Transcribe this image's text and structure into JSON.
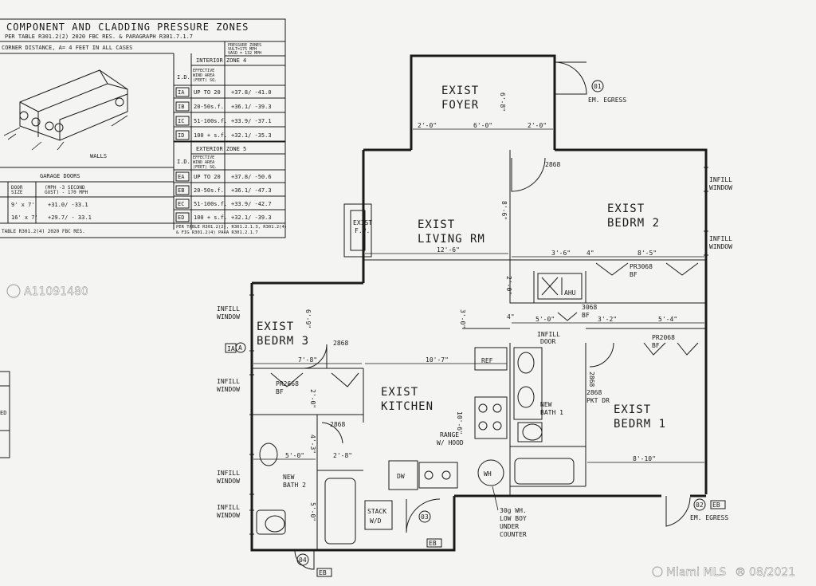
{
  "table": {
    "title": "COMPONENT AND CLADDING PRESSURE ZONES",
    "subtitle": "PER TABLE R301.2(2) 2020 FBC RES. & PARAGRAPH R301.7.1.7",
    "corner": "CORNER DISTANCE, A= 4 FEET IN ALL CASES",
    "pressure_note": [
      "PRESSURE ZONES",
      "VULT=175 MPH",
      "VASD = 132 MPH"
    ],
    "walls_label": "WALLS",
    "interior_header": "INTERIOR ZONE 4",
    "exterior_header": "EXTERIOR ZONE 5",
    "id_label": "I.D.",
    "eff_area": [
      "EFFECTIVE",
      "WIND AREA",
      "(FEET) SQ."
    ],
    "interior_rows": [
      {
        "id": "IA",
        "area": "UP TO 20",
        "val": "+37.8/ -41.0"
      },
      {
        "id": "IB",
        "area": "20-50s.f.",
        "val": "+36.1/ -39.3"
      },
      {
        "id": "IC",
        "area": "51-100s.f.",
        "val": "+33.9/ -37.1"
      },
      {
        "id": "ID",
        "area": "100 + s.f.",
        "val": "+32.1/ -35.3"
      }
    ],
    "exterior_rows": [
      {
        "id": "EA",
        "area": "UP TO 20",
        "val": "+37.8/ -50.6"
      },
      {
        "id": "EB",
        "area": "20-50s.f.",
        "val": "+36.1/ -47.3"
      },
      {
        "id": "EC",
        "area": "51-100s.f.",
        "val": "+33.9/ -42.7"
      },
      {
        "id": "ED",
        "area": "100 + s.f.",
        "val": "+32.1/ -39.3"
      }
    ],
    "garage_title": "GARAGE DOORS",
    "garage_head": [
      "DOOR",
      "SIZE",
      "(MPH -3 SECOND",
      "GUST) - 170 MPH"
    ],
    "garage_rows": [
      {
        "size": "9' x 7'",
        "val": "+31.0/ -33.1"
      },
      {
        "size": "16' x 7'",
        "val": "+29.7/ - 33.1"
      }
    ],
    "foot_left": "TABLE R301.2(4) 2020 FBC RES.",
    "foot_right": [
      "PER TABLE R301.2(2), R301.2.1.3, R301.2(4)",
      "& FIG R301.2(4) PARA R301.2.1.7"
    ]
  },
  "rooms": [
    {
      "key": "foyer",
      "line1": "EXIST",
      "line2": "FOYER"
    },
    {
      "key": "living",
      "line1": "EXIST",
      "line2": "LIVING RM"
    },
    {
      "key": "bedrm2",
      "line1": "EXIST",
      "line2": "BEDRM 2"
    },
    {
      "key": "bedrm3",
      "line1": "EXIST",
      "line2": "BEDRM 3"
    },
    {
      "key": "kitchen",
      "line1": "EXIST",
      "line2": "KITCHEN"
    },
    {
      "key": "bedrm1",
      "line1": "EXIST",
      "line2": "BEDRM 1"
    }
  ],
  "labels": {
    "fp1": "EXIST",
    "fp2": "F.P.",
    "em_egress": "EM. EGRESS",
    "door01": "01",
    "door02": "02",
    "door03": "03",
    "door04": "04",
    "infill_window": [
      "INFILL",
      "WINDOW"
    ],
    "infill_door": [
      "INFILL",
      "DOOR"
    ],
    "d2868": "2868",
    "d3068": "3068",
    "bf": "BF",
    "pr3068": "PR3068",
    "pr2668": "PR2668",
    "pr2068": "PR2068",
    "ahu": "AHU",
    "ref": "REF",
    "dw": "DW",
    "wh": "WH",
    "range": [
      "RANGE",
      "W/ HOOD"
    ],
    "new_bath1": [
      "NEW",
      "BATH 1"
    ],
    "new_bath2": [
      "NEW",
      "BATH 2"
    ],
    "pkt": "PKT DR",
    "stack": [
      "STACK",
      "W/D"
    ],
    "wh_note": [
      "30g WH.",
      "LOW BOY",
      "UNDER",
      "COUNTER"
    ],
    "zone_ia": "IA",
    "zone_a": "A",
    "eb": "EB",
    "ed": "ED"
  },
  "dims": {
    "foyer_l": "2'-0\"",
    "foyer_m": "6'-0\"",
    "foyer_r": "2'-0\"",
    "foyer_h": "6'-8\"",
    "living_w": "12'-6\"",
    "living_h": "8'-6\"",
    "bed2_a": "3'-6\"",
    "bed2_b": "4\"",
    "bed2_c": "8'-5\"",
    "hall_a": "5'-0\"",
    "hall_b": "3'-2\"",
    "hall_c": "5'-4\"",
    "v20": "2'-0\"",
    "v30": "3'-0\"",
    "v4": "4\"",
    "bed3_w": "7'-8\"",
    "bed3_h": "6'-9\"",
    "kitchen_w": "10'-7\"",
    "kitchen_h": "10'-6\"",
    "b2_w": "5'-0\"",
    "b2_h1": "4'-3\"",
    "b2_h2": "5'-0\"",
    "b2_x": "2'-8\"",
    "bed1_w": "8'-10\""
  },
  "left_table": {
    "cell": "ED"
  },
  "watermark": {
    "id": "A11091480",
    "brand": "Miami MLS",
    "year": "08/2021"
  }
}
